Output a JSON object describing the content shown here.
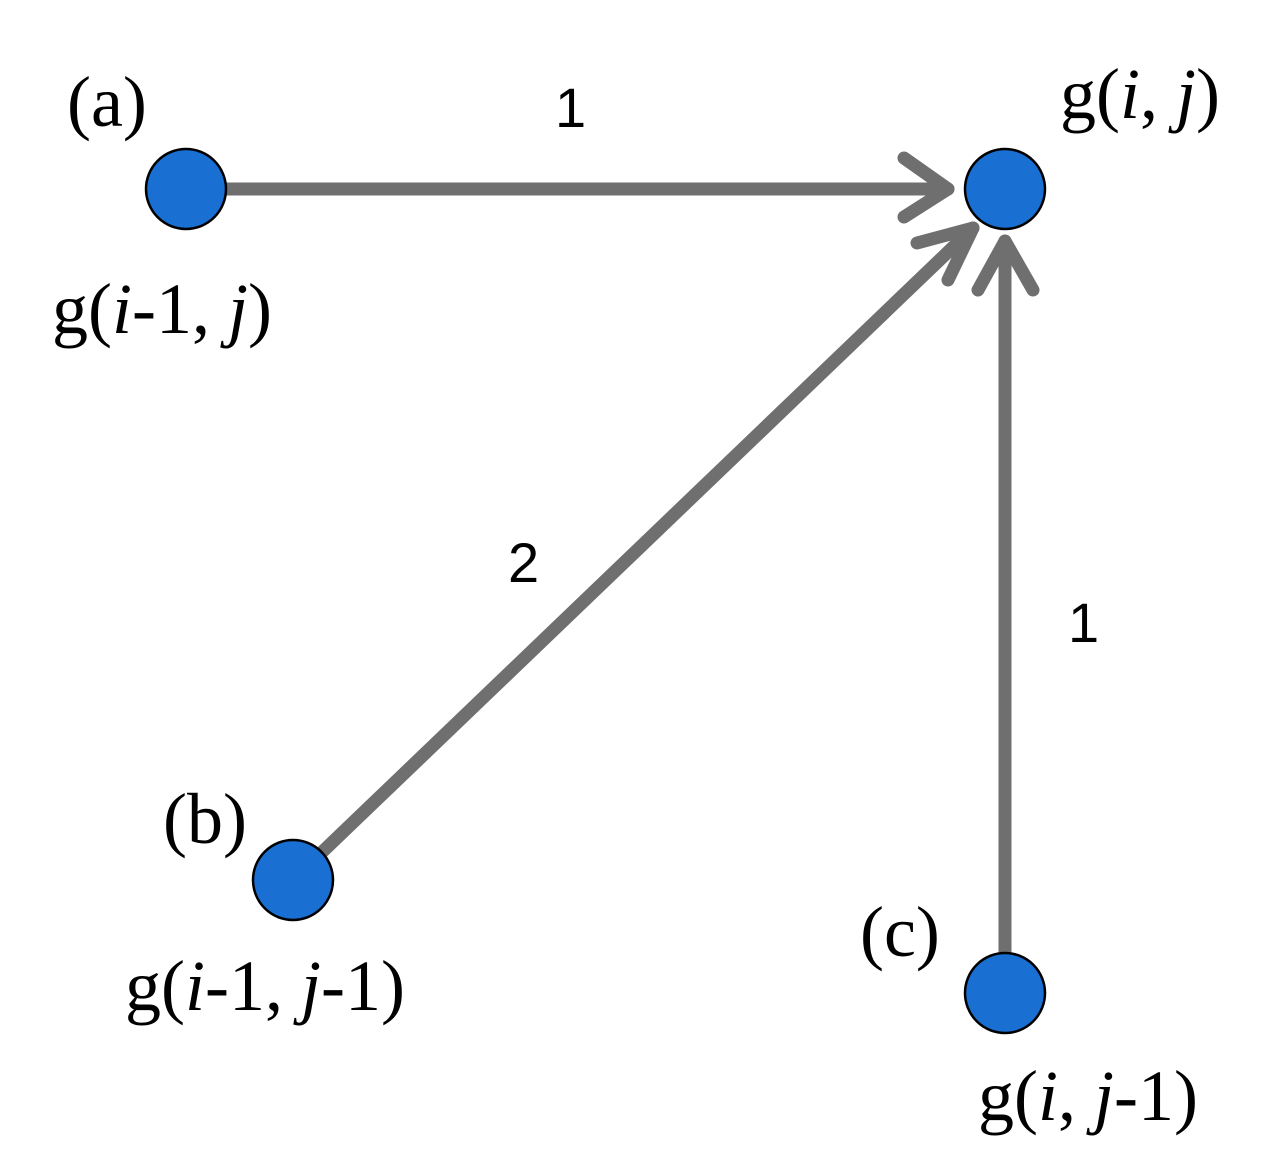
{
  "nodes": [
    {
      "id": "a",
      "marker": "(a)",
      "label": [
        "g(",
        "i",
        "-1, ",
        "j",
        ")"
      ]
    },
    {
      "id": "b",
      "marker": "(b)",
      "label": [
        "g(",
        "i",
        "-1, ",
        "j",
        "-1)"
      ]
    },
    {
      "id": "c",
      "marker": "(c)",
      "label": [
        "g(",
        "i",
        ", ",
        "j",
        "-1)"
      ]
    },
    {
      "id": "target",
      "marker": "",
      "label": [
        "g(",
        "i",
        ", ",
        "j",
        ")"
      ]
    }
  ],
  "edges": [
    {
      "from": "a",
      "to": "target",
      "weight": "1"
    },
    {
      "from": "b",
      "to": "target",
      "weight": "2"
    },
    {
      "from": "c",
      "to": "target",
      "weight": "1"
    }
  ],
  "colors": {
    "node_fill": "#1a6fd3",
    "node_stroke": "#000000",
    "edge": "#6f6f6f"
  }
}
